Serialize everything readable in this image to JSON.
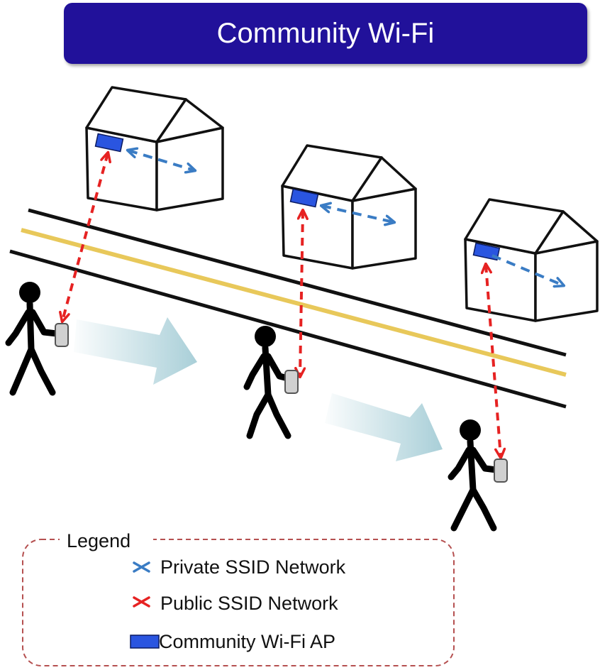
{
  "title": "Community Wi-Fi",
  "legend": {
    "heading": "Legend",
    "items": [
      {
        "label": "Private SSID Network",
        "symbol": "blue-cross",
        "color": "#3a7cc4"
      },
      {
        "label": "Public SSID Network",
        "symbol": "red-cross",
        "color": "#e62222"
      },
      {
        "label": "Community Wi-Fi AP",
        "symbol": "ap-rectangle",
        "color": "#2a55e0"
      }
    ]
  },
  "colors": {
    "banner": "#21119a",
    "private_link": "#3a7cc4",
    "public_link": "#e62222",
    "ap": "#2a55e0",
    "road_center": "#e8c85a",
    "movement_arrow": "#a9cfd8",
    "legend_border": "#b55050"
  }
}
